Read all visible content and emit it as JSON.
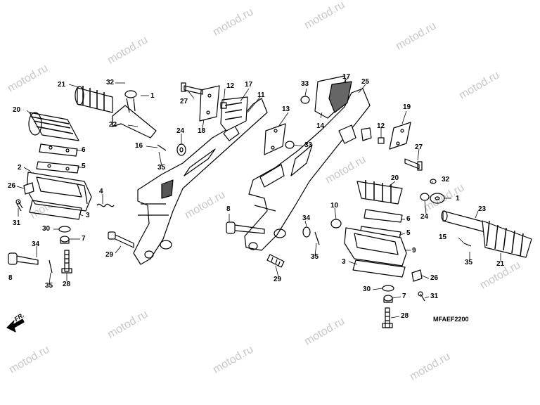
{
  "diagram": {
    "drawing_code": "MFAEF2200",
    "front_marker": "FR.",
    "watermark_text": "motod.ru",
    "line_color": "#000000",
    "watermark_color": "#c8c8c8",
    "callouts": {
      "c32a": "32",
      "c21a": "21",
      "c1a": "1",
      "c20a": "20",
      "c22": "22",
      "c27a": "27",
      "c18": "18",
      "c12a": "12",
      "c17a": "17",
      "c11": "11",
      "c24a": "24",
      "c16": "16",
      "c35a": "35",
      "c6a": "6",
      "c5a": "5",
      "c2": "2",
      "c26a": "26",
      "c4": "4",
      "c31a": "31",
      "c3a": "3",
      "c30a": "30",
      "c7a": "7",
      "c34a": "34",
      "c8a": "8",
      "c35b": "35",
      "c28a": "28",
      "c29a": "29",
      "c33a": "33",
      "c14": "14",
      "c17b": "17",
      "c25": "25",
      "c13": "13",
      "c33b": "33",
      "c12b": "12",
      "c19": "19",
      "c27b": "27",
      "c8b": "8",
      "c34b": "34",
      "c35c": "35",
      "c29b": "29",
      "c10": "10",
      "c20b": "20",
      "c32b": "32",
      "c1b": "1",
      "c24b": "24",
      "c6b": "6",
      "c5b": "5",
      "c9": "9",
      "c23": "23",
      "c15": "15",
      "c35d": "35",
      "c21b": "21",
      "c3b": "3",
      "c26b": "26",
      "c30b": "30",
      "c7b": "7",
      "c31b": "31",
      "c28b": "28"
    }
  }
}
